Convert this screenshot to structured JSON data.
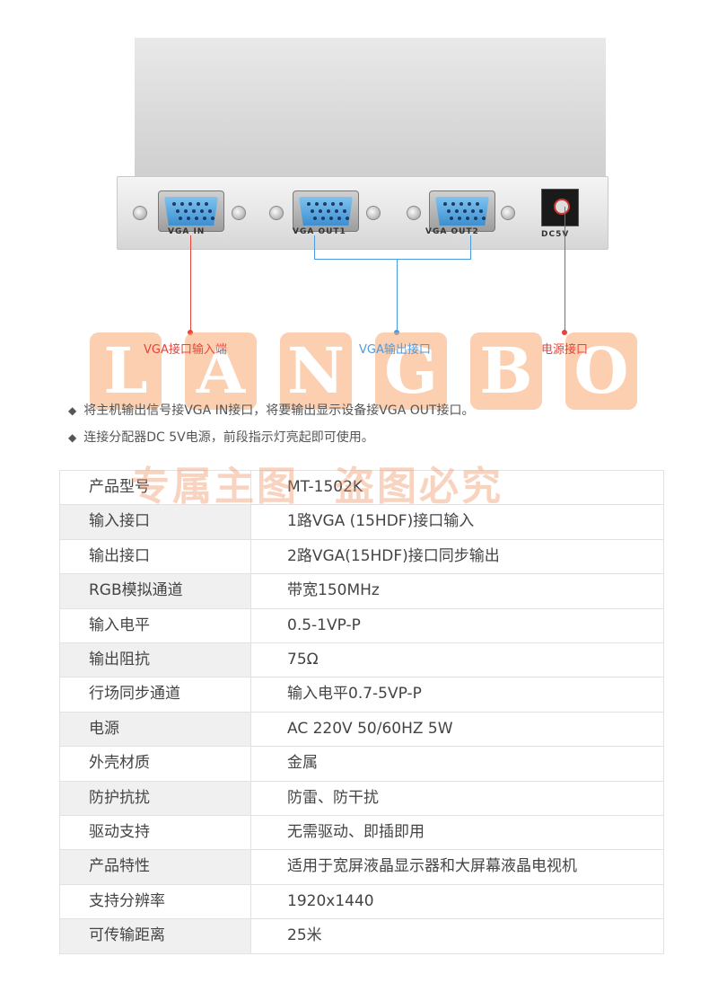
{
  "device": {
    "ports": [
      {
        "label": "VGA IN"
      },
      {
        "label": "VGA OUT1"
      },
      {
        "label": "VGA OUT2"
      },
      {
        "label": "DC5V"
      }
    ]
  },
  "callouts": {
    "input": {
      "text": "VGA接口输入端",
      "color": "#e8433a"
    },
    "output": {
      "text": "VGA输出接口",
      "color": "#4b9be0"
    },
    "power": {
      "text": "电源接口",
      "color": "#e8433a"
    }
  },
  "watermark": {
    "letters": [
      "L",
      "A",
      "N",
      "G",
      "B",
      "O"
    ],
    "slogan1": "专属主图",
    "slogan2": "盗图必究"
  },
  "notes": [
    "将主机输出信号接VGA IN接口，将要输出显示设备接VGA OUT接口。",
    "连接分配器DC 5V电源，前段指示灯亮起即可使用。"
  ],
  "specs": [
    {
      "key": "产品型号",
      "value": "MT-1502K"
    },
    {
      "key": "输入接口",
      "value": "1路VGA (15HDF)接口输入"
    },
    {
      "key": "输出接口",
      "value": "2路VGA(15HDF)接口同步输出"
    },
    {
      "key": "RGB模拟通道",
      "value": "带宽150MHz"
    },
    {
      "key": "输入电平",
      "value": "0.5-1VP-P"
    },
    {
      "key": "输出阻抗",
      "value": "75Ω"
    },
    {
      "key": "行场同步通道",
      "value": "输入电平0.7-5VP-P"
    },
    {
      "key": "电源",
      "value": "AC 220V 50/60HZ 5W"
    },
    {
      "key": "外壳材质",
      "value": "金属"
    },
    {
      "key": "防护抗扰",
      "value": "防雷、防干扰"
    },
    {
      "key": "驱动支持",
      "value": "无需驱动、即插即用"
    },
    {
      "key": "产品特性",
      "value": "适用于宽屏液晶显示器和大屏幕液晶电视机"
    },
    {
      "key": "支持分辨率",
      "value": "1920x1440"
    },
    {
      "key": "可传输距离",
      "value": "25米"
    }
  ]
}
